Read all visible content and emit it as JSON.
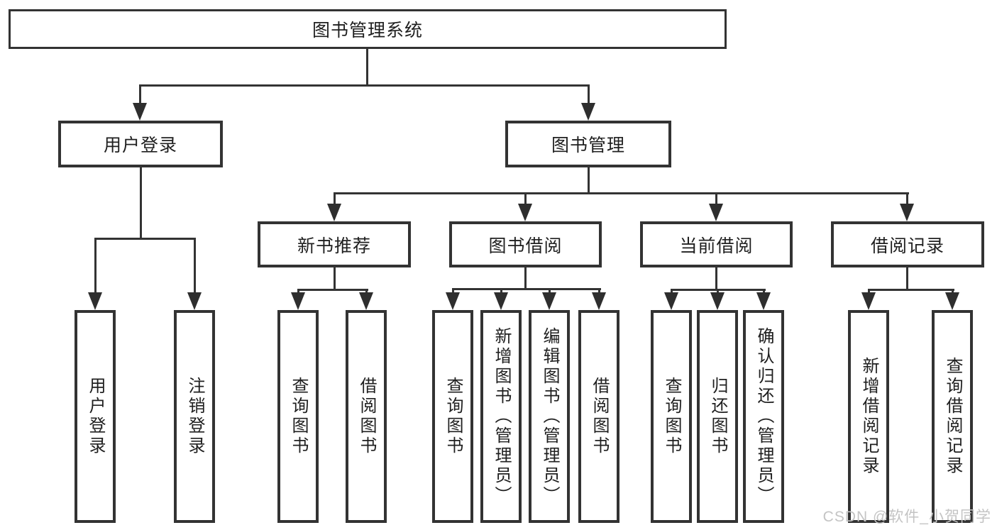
{
  "root": {
    "label": "图书管理系统"
  },
  "branches": [
    {
      "label": "用户登录",
      "leaves": [
        {
          "label": "用户登录"
        },
        {
          "label": "注销登录"
        }
      ]
    },
    {
      "label": "图书管理",
      "subbranches": [
        {
          "label": "新书推荐",
          "leaves": [
            {
              "label": "查询图书"
            },
            {
              "label": "借阅图书"
            }
          ]
        },
        {
          "label": "图书借阅",
          "leaves": [
            {
              "label": "查询图书"
            },
            {
              "label": "新增图书（管理员）"
            },
            {
              "label": "编辑图书（管理员）"
            },
            {
              "label": "借阅图书"
            }
          ]
        },
        {
          "label": "当前借阅",
          "leaves": [
            {
              "label": "查询图书"
            },
            {
              "label": "归还图书"
            },
            {
              "label": "确认归还（管理员）"
            }
          ]
        },
        {
          "label": "借阅记录",
          "leaves": [
            {
              "label": "新增借阅记录"
            },
            {
              "label": "查询借阅记录"
            }
          ]
        }
      ]
    }
  ],
  "watermark": {
    "text": "CSDN @软件_小贺同学"
  },
  "colors": {
    "line": "#333333",
    "arrow": "#2e2e2e",
    "text": "#1f1f1f",
    "watermark": "#c4c4c4",
    "background": "#ffffff"
  }
}
